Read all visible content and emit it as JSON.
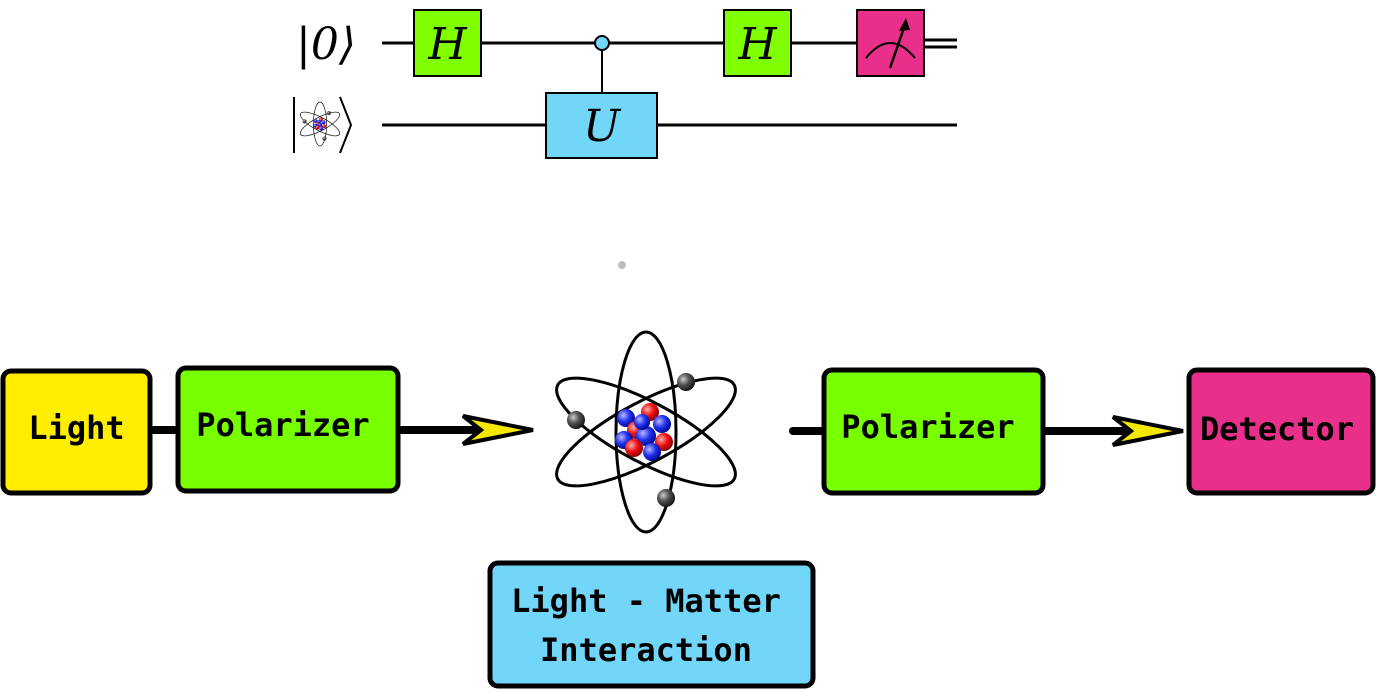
{
  "circuit": {
    "qubit0_label": "|0⟩",
    "gate_h1": "H",
    "gate_u": "U",
    "gate_h2": "H",
    "measure_icon": "measurement-meter-icon",
    "qubit1_icon": "atom-icon"
  },
  "setup": {
    "light_label": "Light",
    "polarizer1_label": "Polarizer",
    "polarizer2_label": "Polarizer",
    "detector_label": "Detector",
    "interaction_line1": "Light - Matter",
    "interaction_line2": "Interaction",
    "atom_icon": "atom-icon",
    "arrow_icon": "arrow-icon"
  },
  "colors": {
    "hadamard": "#7fff00",
    "unitary": "#72d6f8",
    "measure": "#e8308a",
    "light": "#ffee00",
    "polarizer": "#77ff00",
    "detector": "#e8308a",
    "interaction": "#72d6f8",
    "arrow_fill": "#f5e800"
  }
}
